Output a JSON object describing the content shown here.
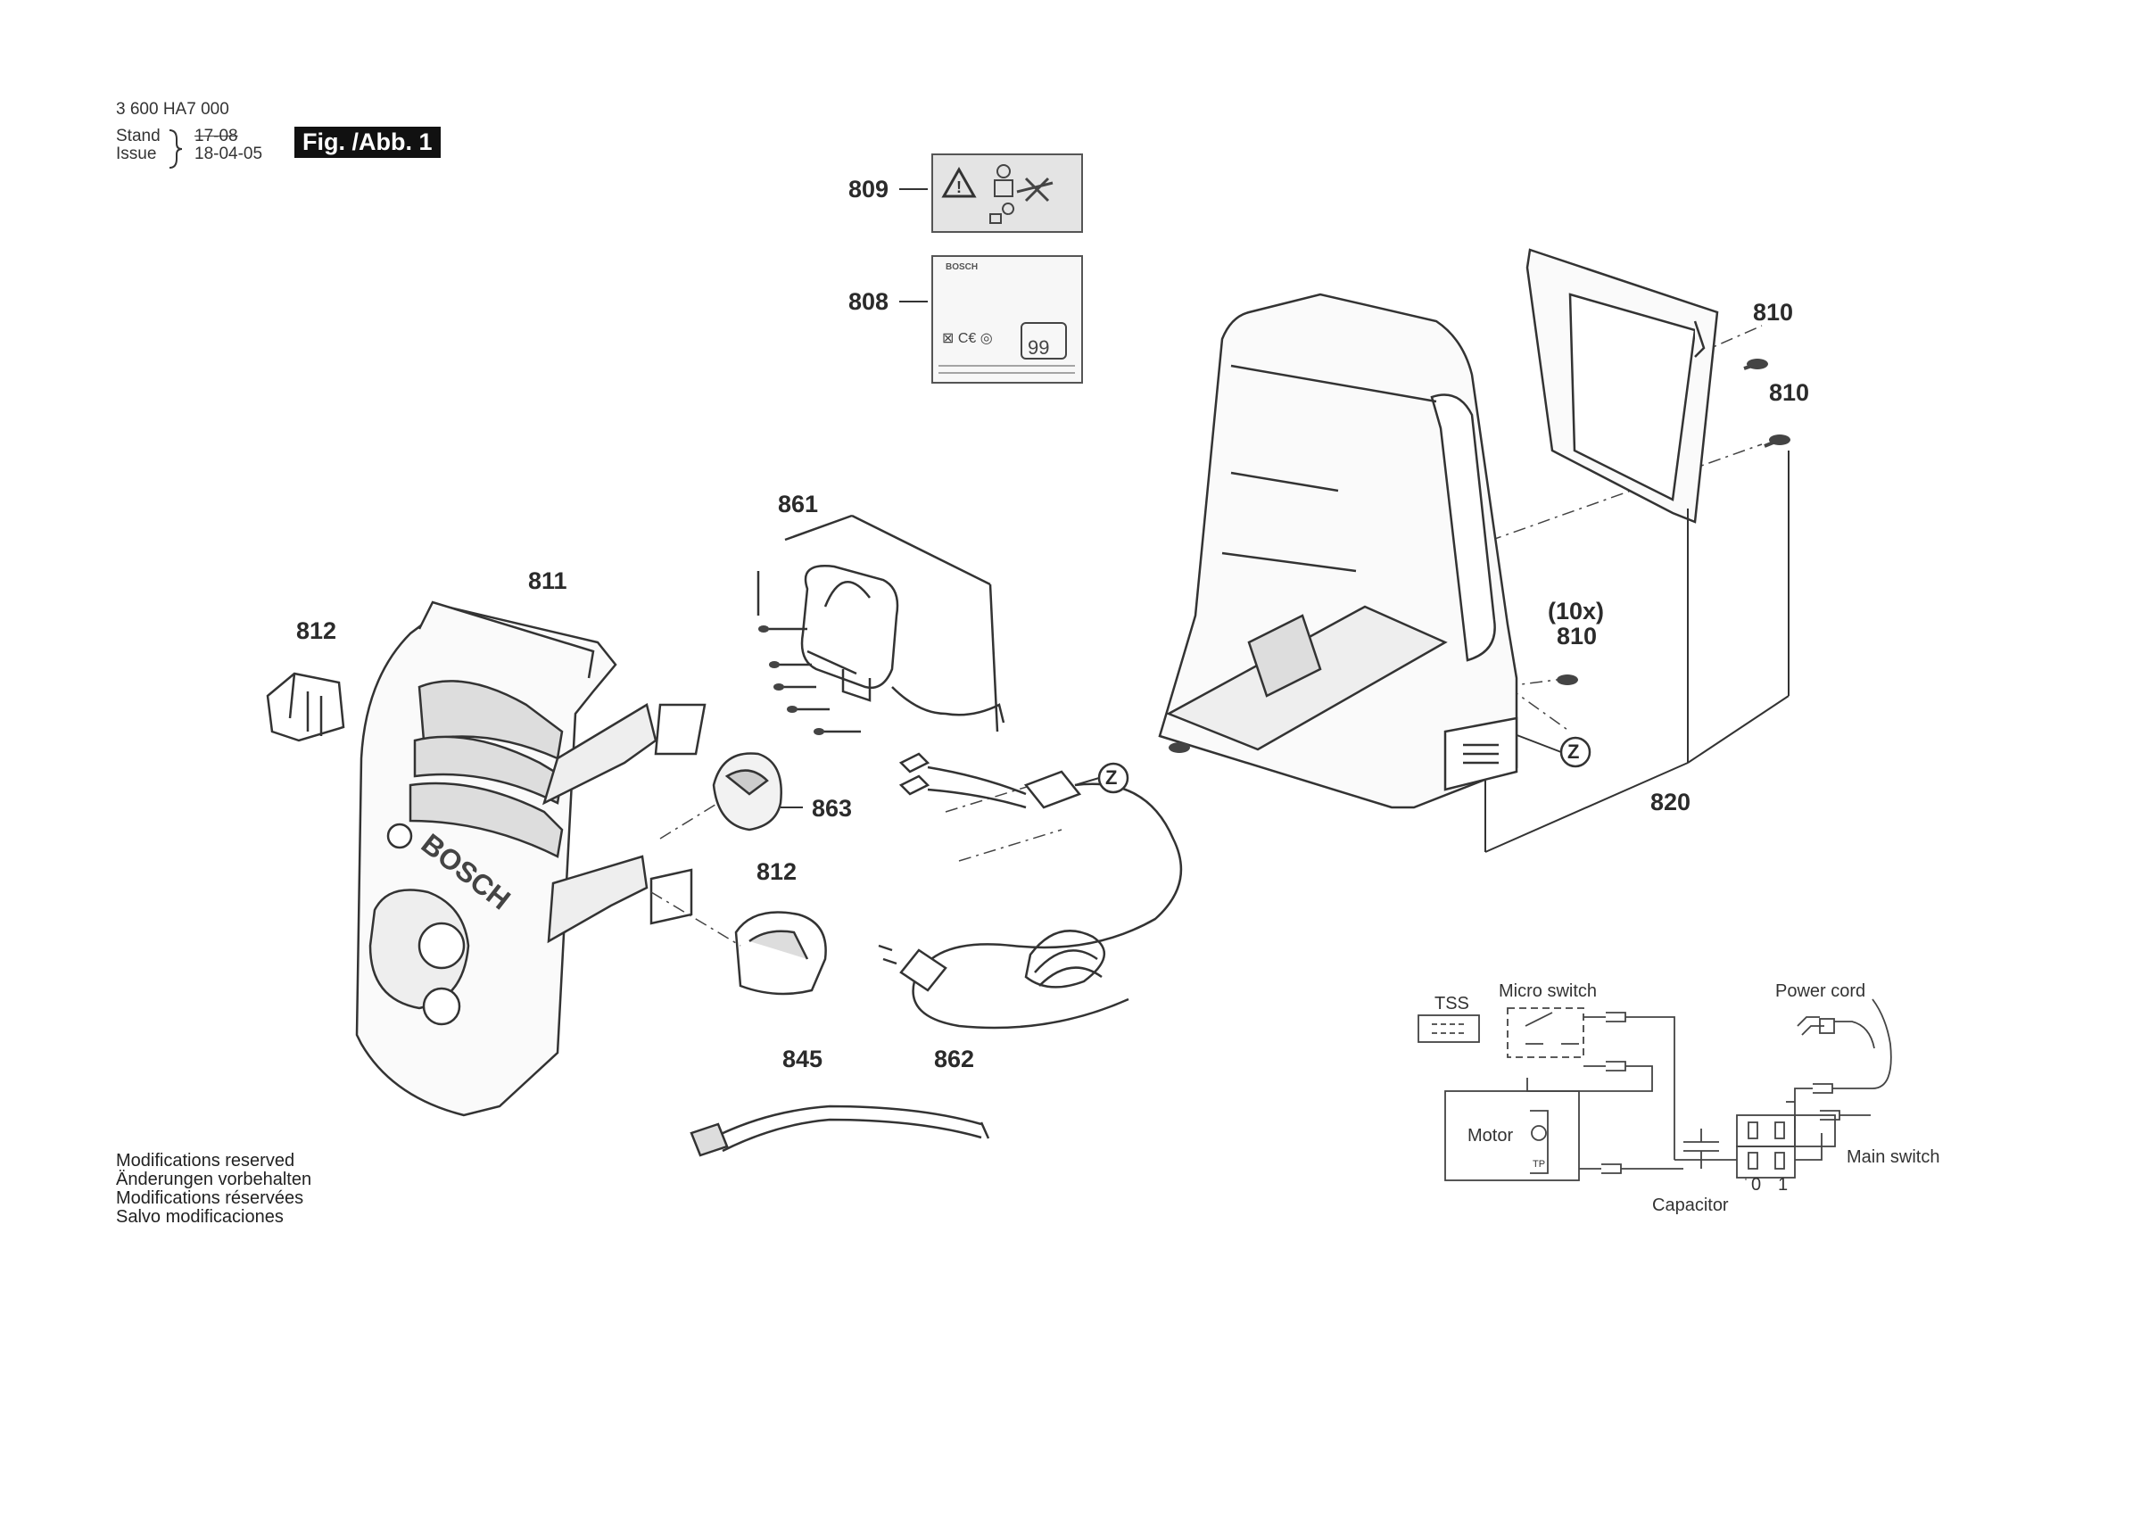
{
  "header": {
    "part_number": "3 600 HA7 000",
    "stand_label": "Stand",
    "issue_label": "Issue",
    "old_date": "17-08",
    "date": "18-04-05",
    "figure": "Fig. /Abb. 1"
  },
  "callouts": {
    "c809": "809",
    "c808": "808",
    "c861": "861",
    "c811": "811",
    "c812a": "812",
    "c812b": "812",
    "c863": "863",
    "c845": "845",
    "c862": "862",
    "c810a": "810",
    "c810b": "810",
    "c10x": "(10x)",
    "c810c": "810",
    "c820": "820",
    "z1": "Z",
    "z2": "Z"
  },
  "product_label": {
    "brand": "BOSCH",
    "noise_value": "99"
  },
  "housing_logo": "BOSCH",
  "wiring": {
    "tss": "TSS",
    "micro_switch": "Micro switch",
    "power_cord": "Power cord",
    "motor": "Motor",
    "tp": "TP",
    "main_switch": "Main switch",
    "pos0": "0",
    "pos1": "1",
    "capacitor": "Capacitor"
  },
  "footer": [
    "Modifications reserved",
    "Änderungen vorbehalten",
    "Modifications réservées",
    "Salvo modificaciones"
  ]
}
